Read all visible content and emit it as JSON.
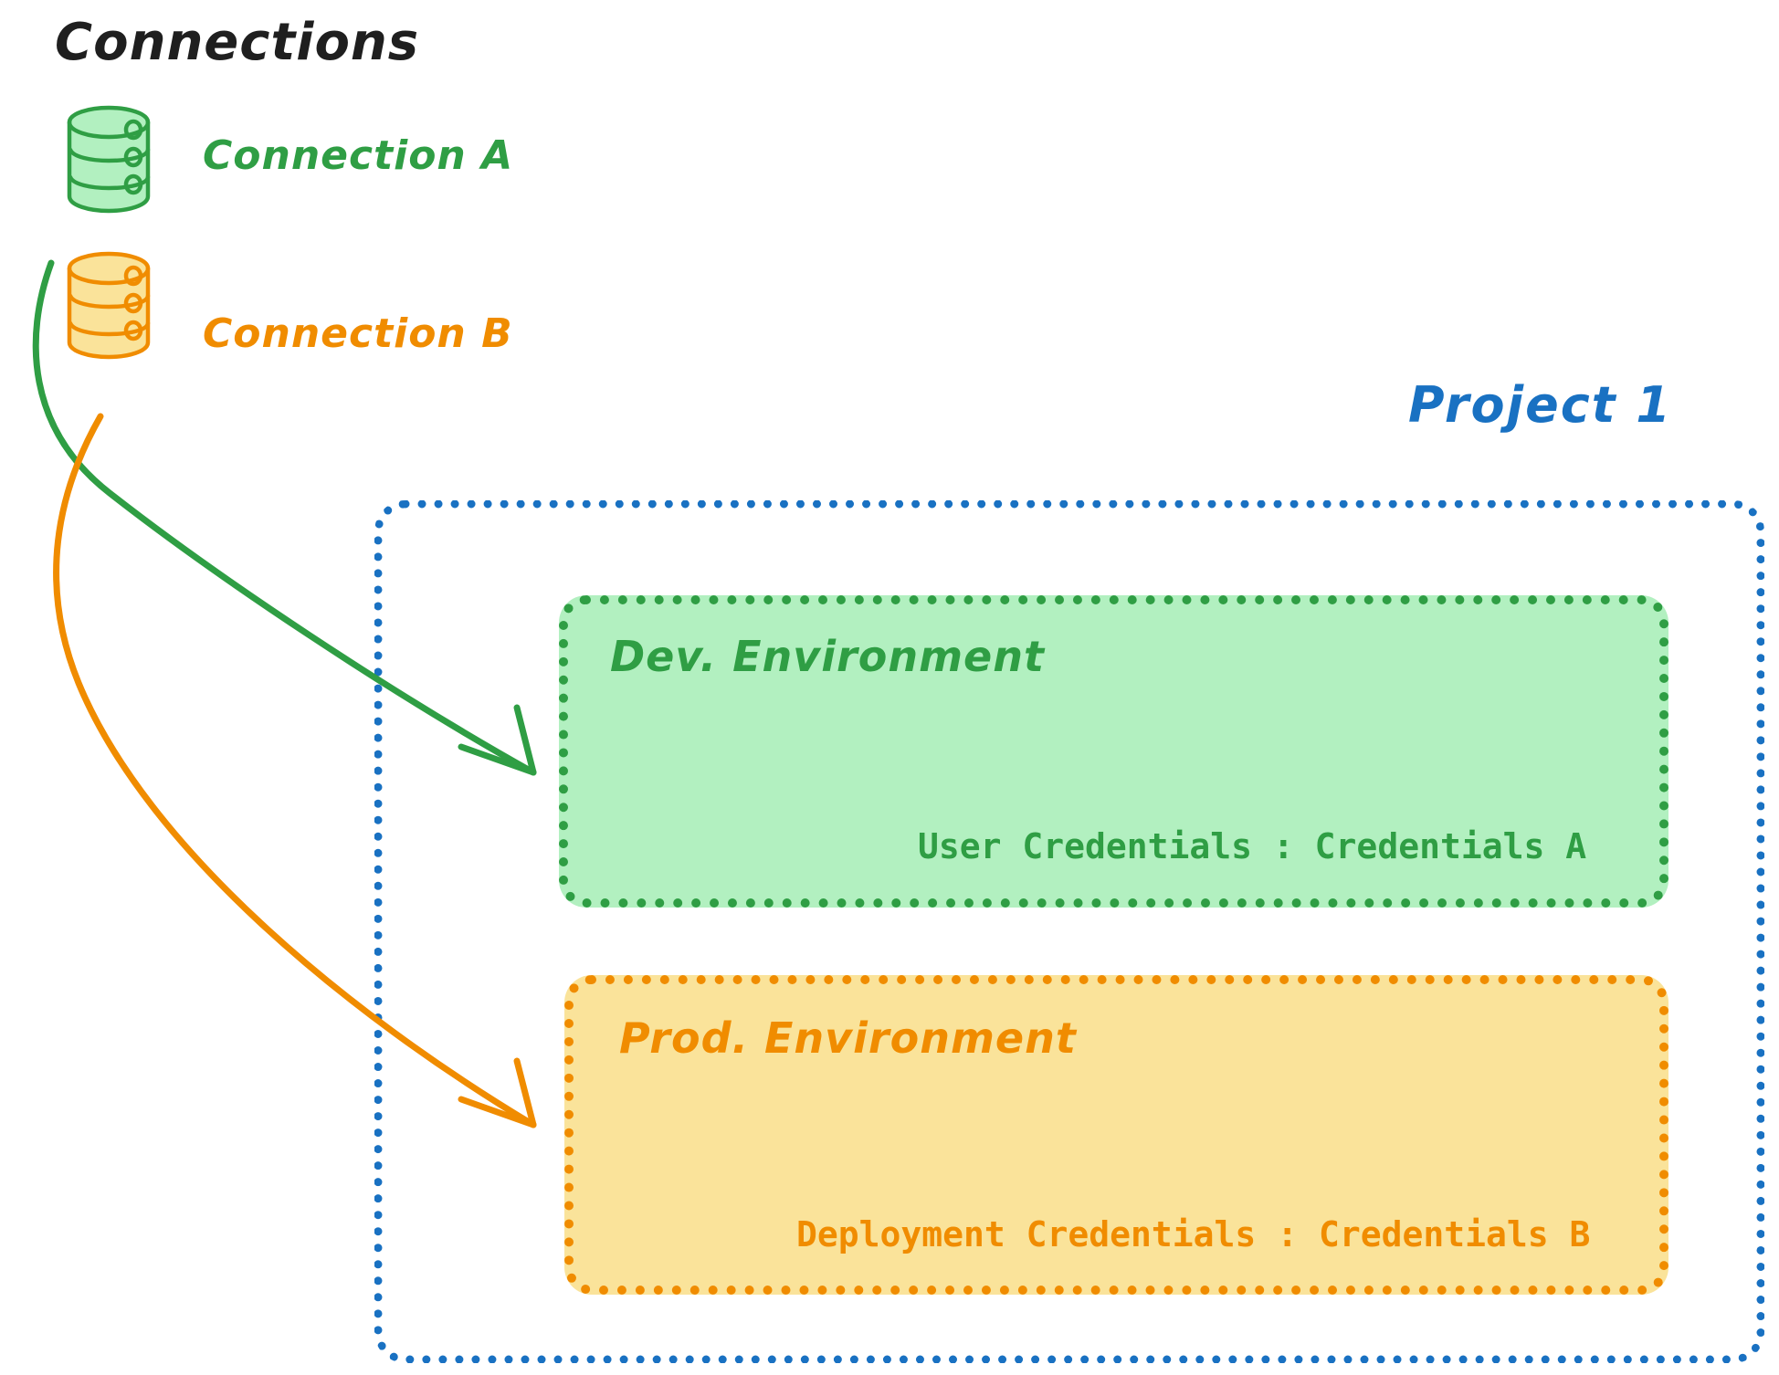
{
  "diagram": {
    "title": "Connections",
    "colors": {
      "green_stroke": "#2f9e44",
      "green_fill": "#b2f0c0",
      "orange_stroke": "#f08c00",
      "orange_fill": "#fae39a",
      "blue_stroke": "#1971c2",
      "title_color": "#1f1f1f"
    }
  },
  "connections": [
    {
      "label": "Connection A",
      "color": "#2f9e44",
      "icon": "database-icon",
      "target": "Dev. Environment"
    },
    {
      "label": "Connection B",
      "color": "#f08c00",
      "icon": "database-icon",
      "target": "Prod. Environment"
    }
  ],
  "project": {
    "label": "Project 1",
    "color": "#1971c2",
    "environments": [
      {
        "name": "Dev. Environment",
        "color": "#2f9e44",
        "fill": "#b2f0c0",
        "credentials_label": "User Credentials",
        "credentials_separator": ":",
        "credentials_value": "Credentials A",
        "credentials_line": "User Credentials : Credentials A"
      },
      {
        "name": "Prod. Environment",
        "color": "#f08c00",
        "fill": "#fae39a",
        "credentials_label": "Deployment Credentials",
        "credentials_separator": ":",
        "credentials_value": "Credentials B",
        "credentials_line": "Deployment Credentials : Credentials B"
      }
    ]
  }
}
